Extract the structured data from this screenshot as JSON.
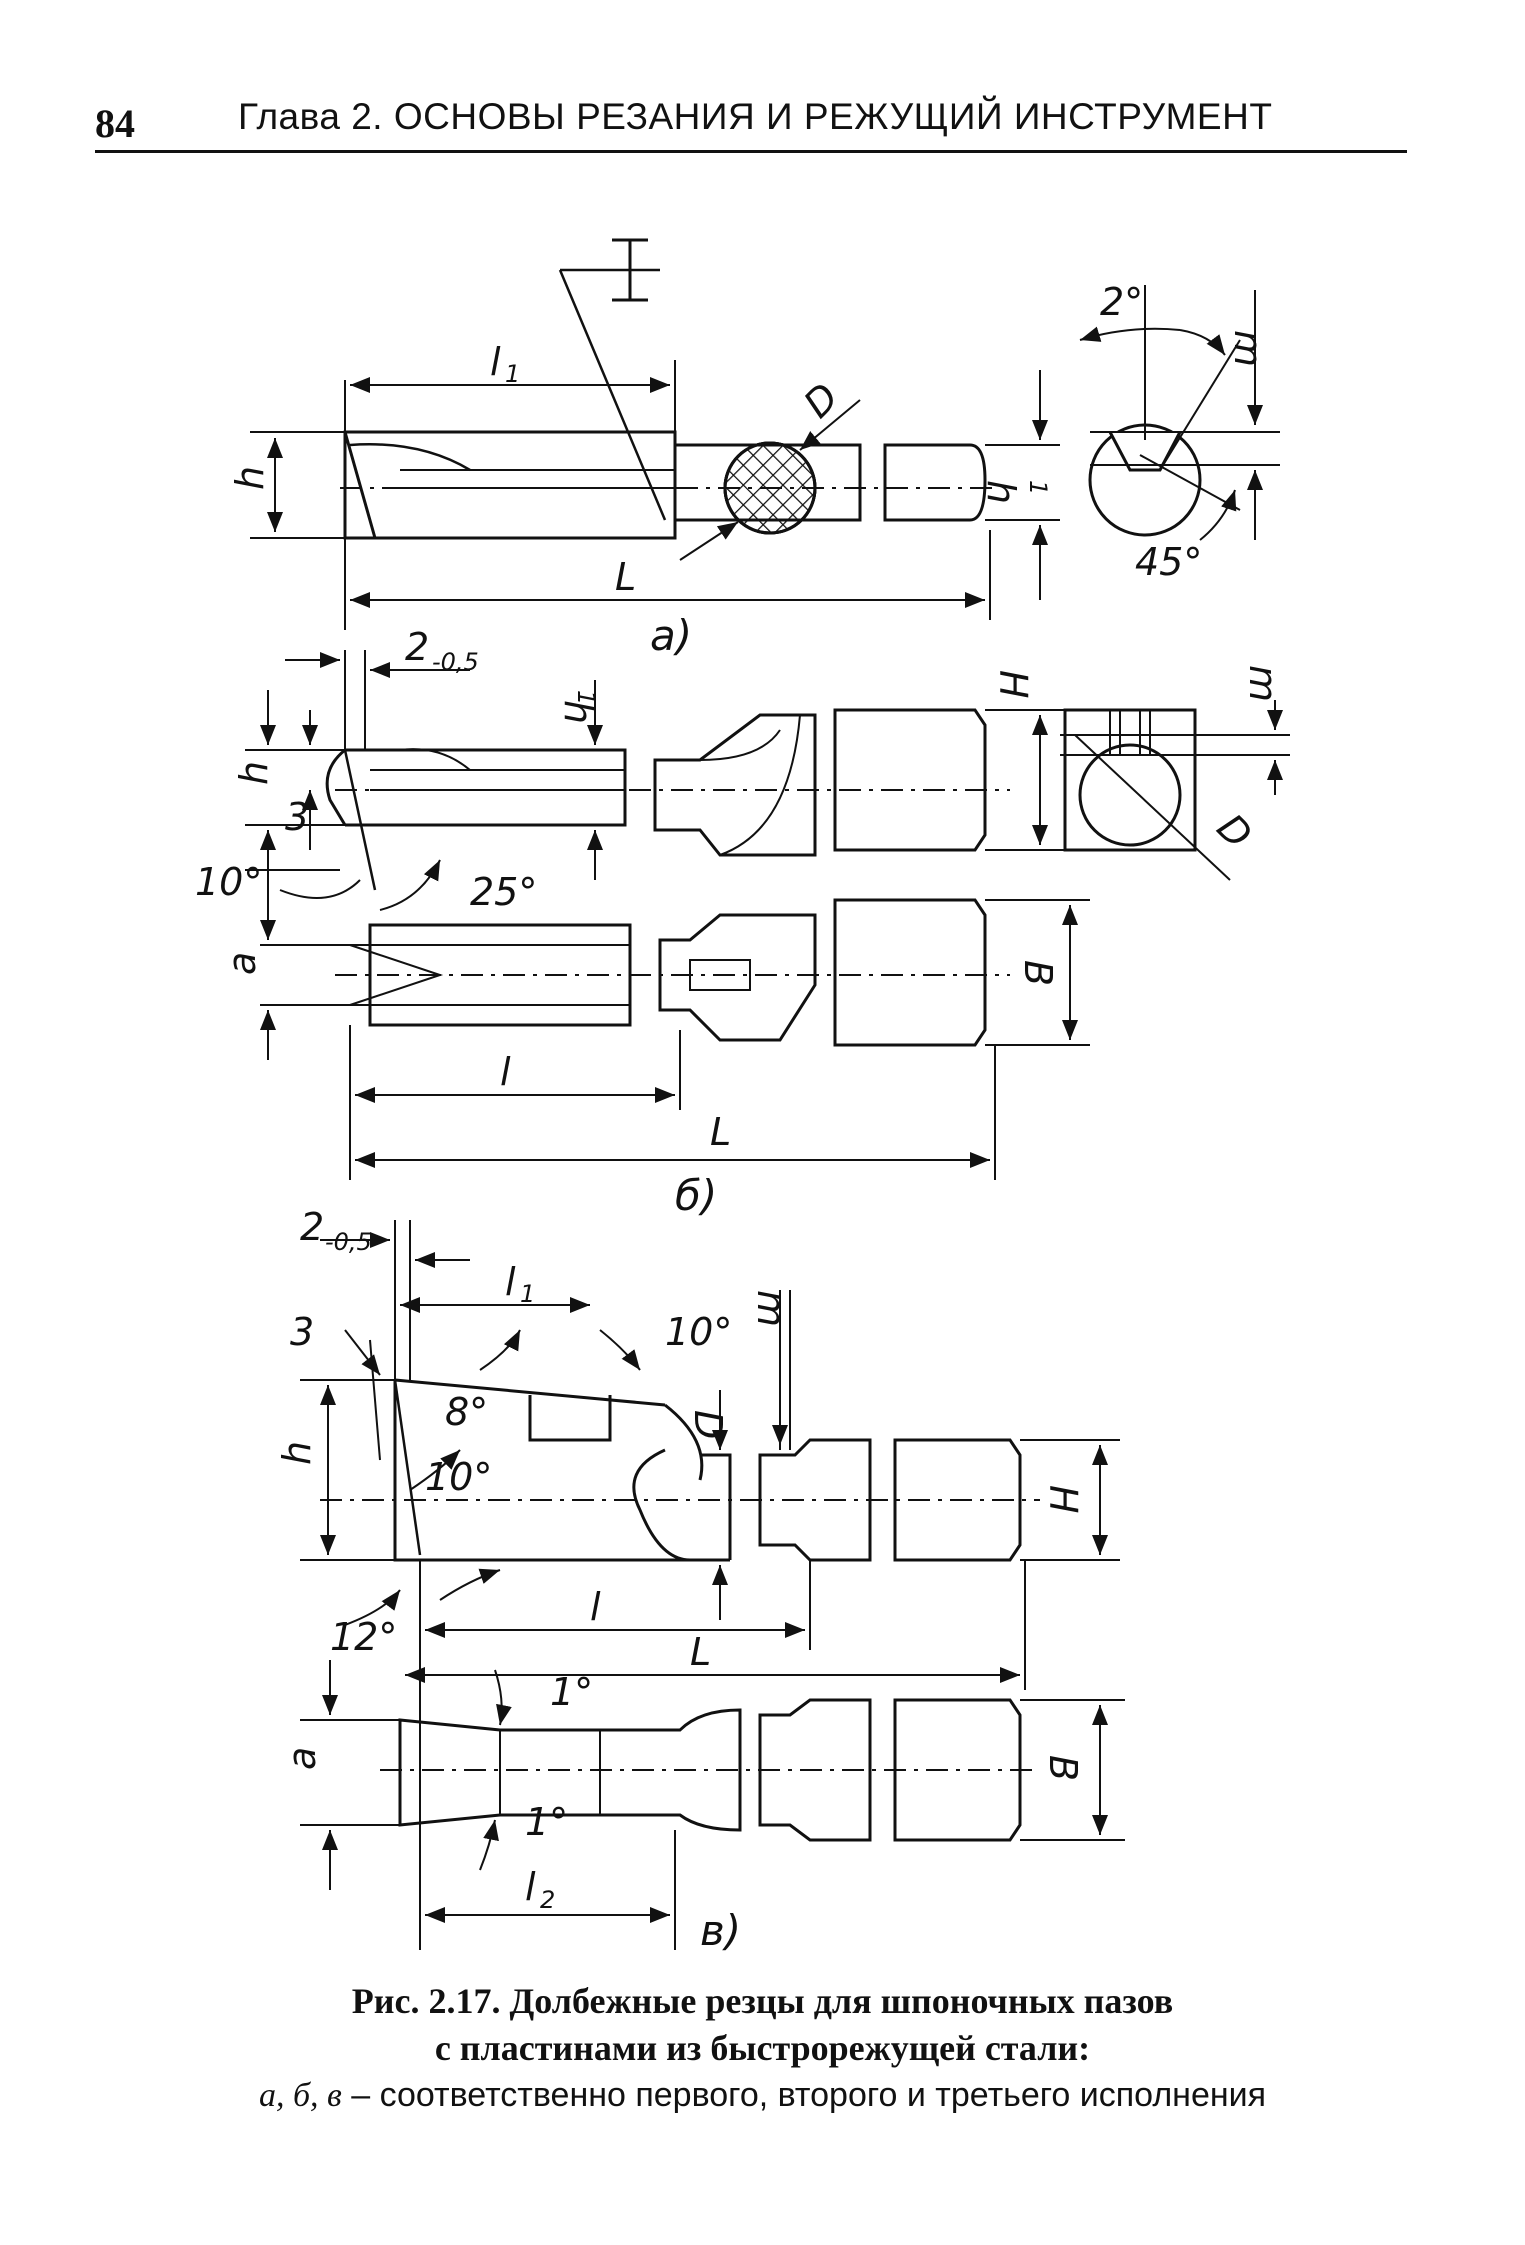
{
  "header": {
    "page_number": "84",
    "chapter_title": "Глава 2. ОСНОВЫ РЕЗАНИЯ И РЕЖУЩИЙ ИНСТРУМЕНТ"
  },
  "figure": {
    "view_a": {
      "label": "а)",
      "dims": {
        "l1": "l",
        "l1_sub": "1",
        "L": "L",
        "h": "h",
        "h1": "h",
        "h1_sub": "1",
        "D": "D",
        "m": "m",
        "angle_top": "2°",
        "angle_45": "45°",
        "section": "I"
      }
    },
    "view_b": {
      "label": "б)",
      "dims": {
        "tol": "2",
        "tol_sub": "-0,5",
        "h": "h",
        "h1": "h",
        "h1_sub": "1",
        "three": "3",
        "angle_10": "10°",
        "angle_25": "25°",
        "H": "H",
        "m": "m",
        "D": "D",
        "a": "a",
        "B": "B",
        "l": "l",
        "L": "L"
      }
    },
    "view_c": {
      "label": "в)",
      "dims": {
        "tol": "2",
        "tol_sub": "-0,5",
        "three": "3",
        "l1": "l",
        "l1_sub": "1",
        "angle_10a": "10°",
        "m": "m",
        "angle_8": "8°",
        "D": "D",
        "h": "h",
        "angle_10b": "10°",
        "H": "H",
        "angle_12": "12°",
        "l": "l",
        "L": "L",
        "angle_1a": "1°",
        "a": "a",
        "angle_1b": "1°",
        "B": "B",
        "l2": "l",
        "l2_sub": "2"
      }
    }
  },
  "caption": {
    "title_line1": "Рис. 2.17. Долбежные резцы для шпоночных пазов",
    "title_line2": "с пластинами из быстрорежущей стали:",
    "variants": "а, б, в",
    "description": " – соответственно первого, второго и третьего исполнения"
  }
}
